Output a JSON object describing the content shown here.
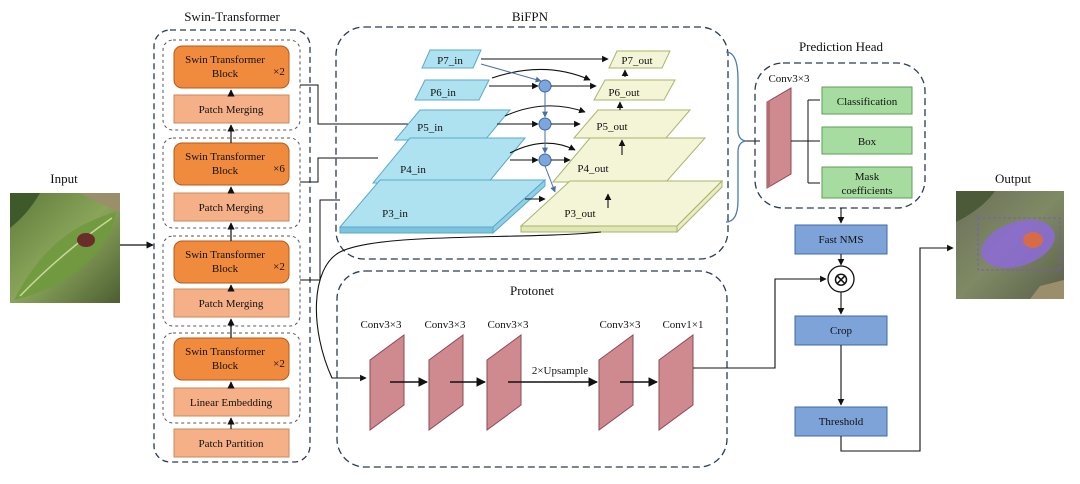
{
  "input": {
    "title": "Input"
  },
  "output": {
    "title": "Output"
  },
  "swin": {
    "title": "Swin-Transformer",
    "stages": [
      {
        "block_line1": "Swin Transformer",
        "block_line2": "Block",
        "repeat": "×2",
        "sub": "Patch Merging"
      },
      {
        "block_line1": "Swin Transformer",
        "block_line2": "Block",
        "repeat": "×6",
        "sub": "Patch Merging"
      },
      {
        "block_line1": "Swin Transformer",
        "block_line2": "Block",
        "repeat": "×2",
        "sub": "Patch Merging"
      },
      {
        "block_line1": "Swin Transformer",
        "block_line2": "Block",
        "repeat": "×2",
        "sub": "Linear Embedding"
      }
    ],
    "patch_partition": "Patch Partition"
  },
  "bifpn": {
    "title": "BiFPN",
    "inputs": [
      "P7_in",
      "P6_in",
      "P5_in",
      "P4_in",
      "P3_in"
    ],
    "outputs": [
      "P7_out",
      "P6_out",
      "P5_out",
      "P4_out",
      "P3_out"
    ]
  },
  "protonet": {
    "title": "Protonet",
    "layers": [
      "Conv3×3",
      "Conv3×3",
      "Conv3×3",
      "Conv3×3",
      "Conv1×1"
    ],
    "upsample": "2×Upsample"
  },
  "head": {
    "title": "Prediction Head",
    "conv": "Conv3×3",
    "outputs": [
      "Classification",
      "Box"
    ],
    "mask_line1": "Mask",
    "mask_line2": "coefficients"
  },
  "post": {
    "fast_nms": "Fast NMS",
    "multiply": "⊗",
    "crop": "Crop",
    "threshold": "Threshold"
  }
}
